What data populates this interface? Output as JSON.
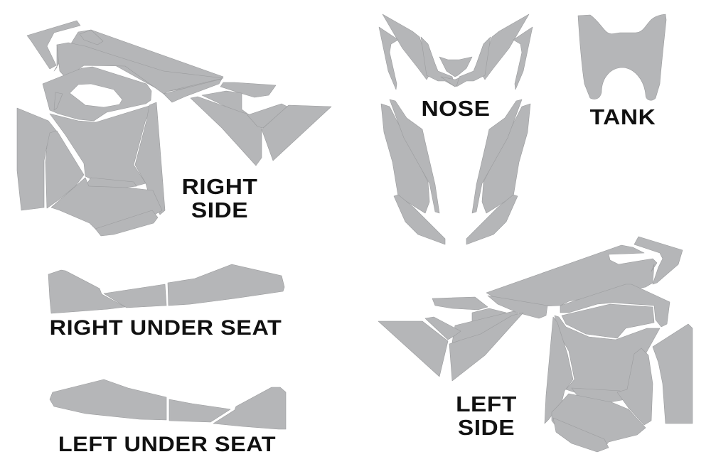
{
  "sheet": {
    "background_color": "#ffffff",
    "part_fill_color": "#b5b6b8",
    "label_color": "#111111"
  },
  "labels": {
    "right_side": [
      "RIGHT",
      "SIDE"
    ],
    "nose": "NOSE",
    "tank": "TANK",
    "right_under_seat": "RIGHT UNDER SEAT",
    "left_under_seat": "LEFT UNDER SEAT",
    "left_side": [
      "LEFT",
      "SIDE"
    ]
  },
  "groups": [
    {
      "id": "right-side",
      "name": "RIGHT SIDE",
      "piece_count": 16
    },
    {
      "id": "nose",
      "name": "NOSE",
      "piece_count": 13
    },
    {
      "id": "tank",
      "name": "TANK",
      "piece_count": 1
    },
    {
      "id": "right-under-seat",
      "name": "RIGHT UNDER SEAT",
      "piece_count": 3
    },
    {
      "id": "left-under-seat",
      "name": "LEFT UNDER SEAT",
      "piece_count": 3
    },
    {
      "id": "left-side",
      "name": "LEFT SIDE",
      "piece_count": 16
    }
  ]
}
